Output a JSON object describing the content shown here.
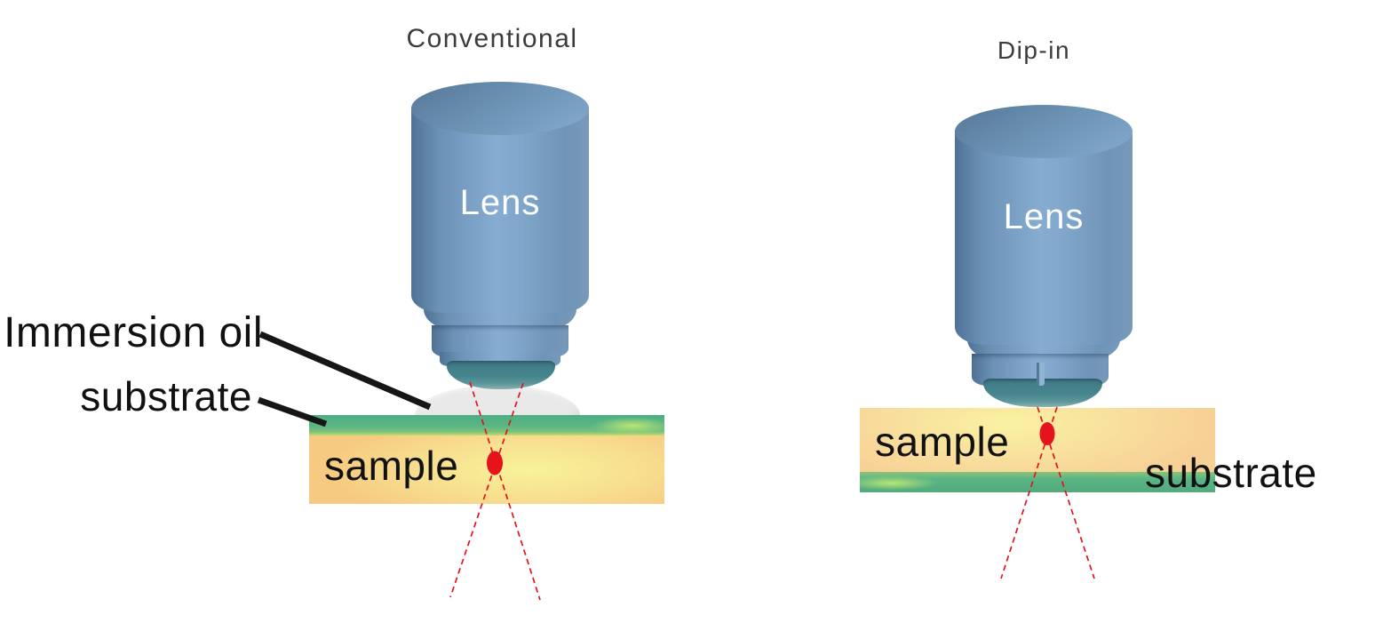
{
  "panels": {
    "conventional": {
      "title": "Conventional",
      "lens_label": "Lens",
      "immersion_oil_label": "Immersion oil",
      "substrate_label": "substrate",
      "sample_label": "sample"
    },
    "dipin": {
      "title": "Dip-in",
      "lens_label": "Lens",
      "sample_label": "sample",
      "substrate_label": "substrate"
    }
  },
  "colors": {
    "lens_blue_mid": "#86acd1",
    "lens_blue_dark": "#4f7396",
    "lens_tip_teal": "#47858e",
    "immersion_oil_gray": "#e9e9e9",
    "substrate_green": "#55b283",
    "substrate_green_light": "#bce873",
    "sample_orange": "#f6ca80",
    "sample_yellow": "#f8f29b",
    "focus_red": "#e4131c",
    "annotation_black": "#161616"
  }
}
